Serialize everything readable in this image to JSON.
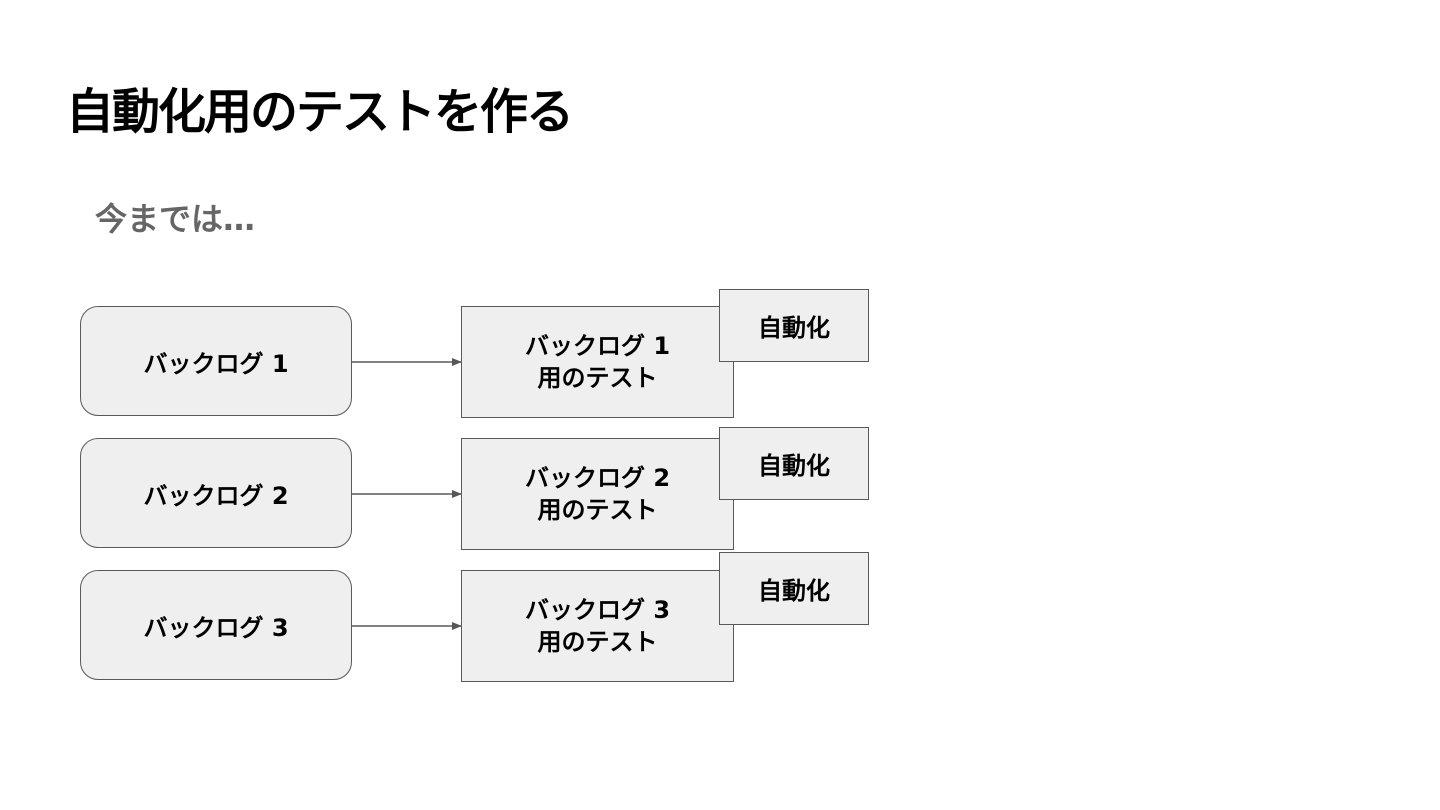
{
  "slide": {
    "title": "自動化用のテストを作る",
    "subtitle": "今までは…"
  },
  "diagram": {
    "rows": [
      {
        "backlog_label": "バックログ 1",
        "test_line1": "バックログ 1",
        "test_line2": "用のテスト",
        "automation_label": "自動化"
      },
      {
        "backlog_label": "バックログ 2",
        "test_line1": "バックログ 2",
        "test_line2": "用のテスト",
        "automation_label": "自動化"
      },
      {
        "backlog_label": "バックログ 3",
        "test_line1": "バックログ 3",
        "test_line2": "用のテスト",
        "automation_label": "自動化"
      }
    ],
    "colors": {
      "box_fill": "#efefef",
      "box_border": "#595959",
      "subtitle": "#666666"
    }
  }
}
